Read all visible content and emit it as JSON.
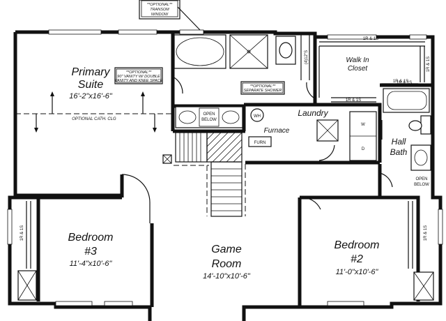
{
  "rooms": {
    "primary_suite": {
      "name_line1": "Primary",
      "name_line2": "Suite",
      "dims": "16'-2\"x16'-6\""
    },
    "bedroom3": {
      "name_line1": "Bedroom",
      "name_line2": "#3",
      "dims": "11'-4\"x10'-6\""
    },
    "game_room": {
      "name_line1": "Game",
      "name_line2": "Room",
      "dims": "14'-10\"x10'-6\""
    },
    "bedroom2": {
      "name_line1": "Bedroom",
      "name_line2": "#2",
      "dims": "11'-0\"x10'-6\""
    },
    "walk_in_closet": {
      "name_line1": "Walk In",
      "name_line2": "Closet"
    },
    "laundry": {
      "name": "Laundry"
    },
    "furnace": {
      "name": "Furnace"
    },
    "hall_bath": {
      "name_line1": "Hall",
      "name_line2": "Bath"
    }
  },
  "notes": {
    "transom_line1": "**OPTIONAL**",
    "transom_line2": "TRANSOM",
    "transom_line3": "WINDOW",
    "vanity_line1": "**OPTIONAL**",
    "vanity_line2": "90\" VANITY W/ DOUBLE",
    "vanity_line3": "VANITY AND KNEE SPACE",
    "shower_line1": "**OPTIONAL**",
    "shower_line2": "SEPARATE SHOWER",
    "optional_ceiling": "OPTIONAL CATH. CLG",
    "open_below_vanity_1": "OPEN",
    "open_below_vanity_2": "BELOW",
    "open_below_bath_1": "OPEN",
    "open_below_bath_2": "BELOW"
  },
  "labels": {
    "wh": "WH",
    "furn": "FURN",
    "shelf_closet_top": "1R & 1S",
    "shelf_closet_right": "1R & 1S",
    "shelf_closet_mid": "1R & 1S",
    "shelf_closet_bottom": "1R & 1S",
    "shelf_linen": "(4)12\"S",
    "shelf_bath_top": "1R & 1S",
    "shelf_bed3": "1R & 1S",
    "shelf_bed2": "1R & 1S"
  }
}
